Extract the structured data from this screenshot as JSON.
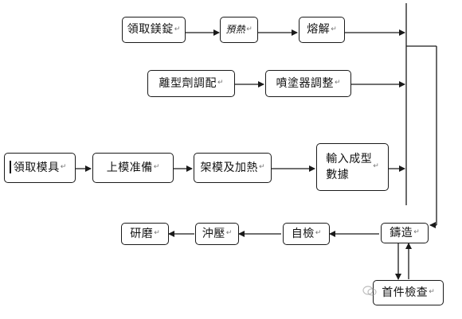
{
  "steps": {
    "take_ingot": "領取鎂錠",
    "preheat": "預熱",
    "melt": "熔解",
    "release_agent": "離型劑調配",
    "sprayer_adjust": "噴塗器調整",
    "take_mold": "領取模具",
    "mold_prep": "上模准備",
    "mount_heat": "架模及加熱",
    "input_params": "輸入成型數據",
    "casting": "鑄造",
    "self_check": "自檢",
    "stamping": "沖壓",
    "grinding": "研磨",
    "first_article": "首件檢查"
  },
  "colors": {
    "line": "#1a1a1a",
    "box_border": "#1a1a1a",
    "text": "#111111",
    "background": "#ffffff"
  }
}
